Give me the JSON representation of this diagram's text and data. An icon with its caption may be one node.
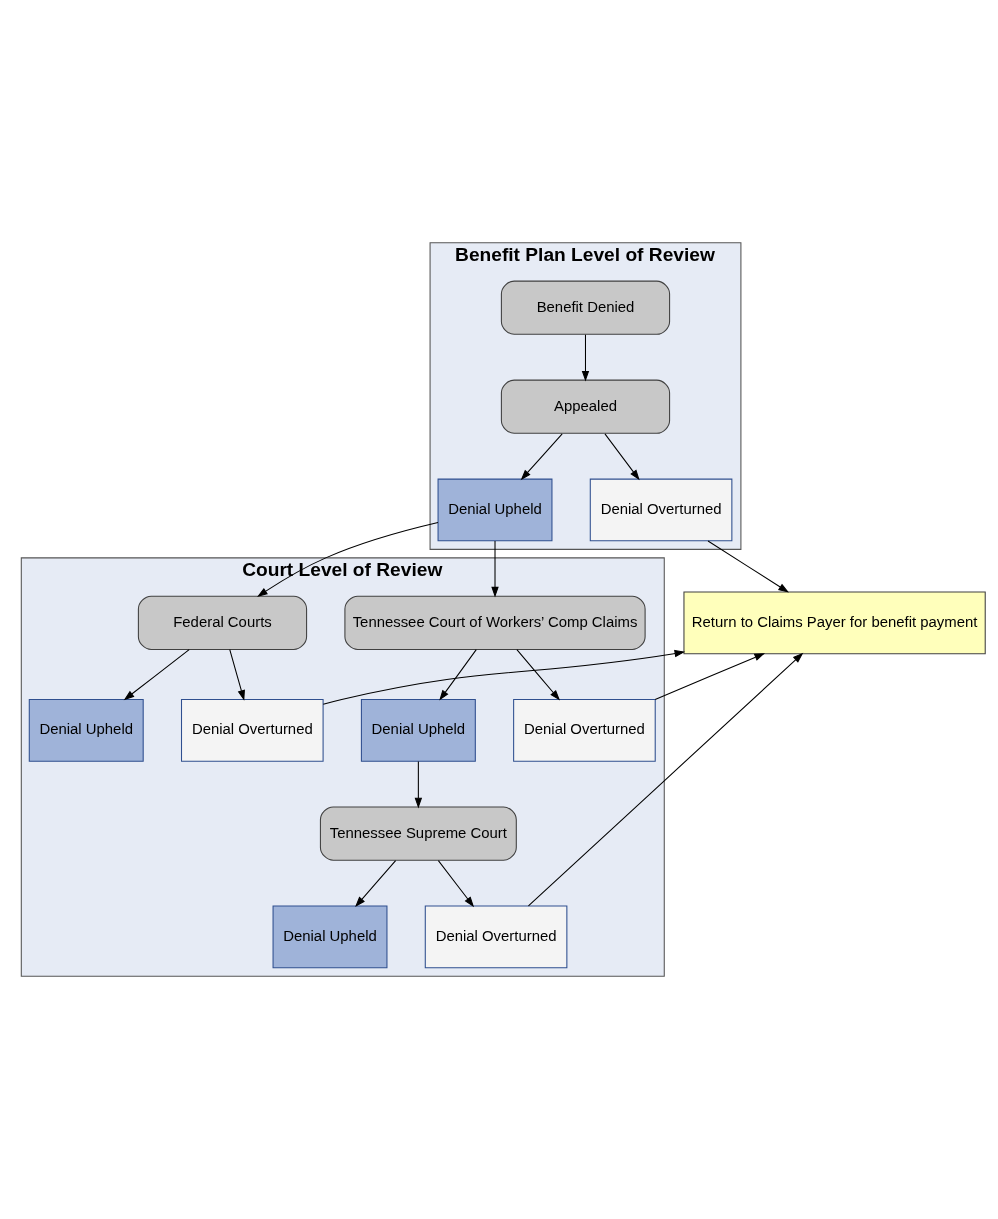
{
  "diagram": {
    "nodes": [
      {
        "text": [
          "Benefit Plan Level of Review"
        ]
      },
      {
        "text": [
          "Benefit Denied"
        ],
        "in": 0
      },
      {
        "text": [
          "Appealed"
        ],
        "in": 0
      },
      {
        "text": [
          "Denial Upheld"
        ],
        "in": 0
      },
      {
        "text": [
          "Denial Overturned"
        ],
        "in": 0
      },
      {
        "text": [
          "Return to Claims Payer for benefit payment"
        ]
      },
      {
        "text": [
          "Court Level of Review"
        ]
      },
      {
        "text": [
          "Tennessee Court of Workers’ Comp Claims"
        ],
        "in": 6
      },
      {
        "text": [
          "Federal Courts"
        ],
        "in": 6
      },
      {
        "text": [
          "Denial Upheld"
        ],
        "in": 6
      },
      {
        "text": [
          "Denial Overturned"
        ],
        "in": 6
      },
      {
        "text": [
          "Denial Upheld"
        ],
        "in": 6
      },
      {
        "text": [
          "Denial Overturned"
        ],
        "in": 6
      },
      {
        "text": [
          "Tennessee Supreme Court"
        ],
        "in": 6
      },
      {
        "text": [
          "Denial Upheld"
        ],
        "in": 6
      },
      {
        "text": [
          "Denial Overturned"
        ],
        "in": 6
      }
    ],
    "edges": [
      {
        "from": 1,
        "to": 2,
        "arrow": "to"
      },
      {
        "from": 2,
        "to": 3,
        "arrow": "to"
      },
      {
        "from": 2,
        "to": 4,
        "arrow": "to"
      },
      {
        "from": 4,
        "to": 5,
        "arrow": "to"
      },
      {
        "from": 3,
        "to": 7,
        "arrow": "to"
      },
      {
        "from": 3,
        "to": 8,
        "arrow": "to"
      },
      {
        "from": 7,
        "to": 9,
        "arrow": "to"
      },
      {
        "from": 7,
        "to": 10,
        "arrow": "to"
      },
      {
        "from": 8,
        "to": 11,
        "arrow": "to"
      },
      {
        "from": 8,
        "to": 12,
        "arrow": "to"
      },
      {
        "from": 9,
        "to": 13,
        "arrow": "to"
      },
      {
        "from": 13,
        "to": 14,
        "arrow": "to"
      },
      {
        "from": 13,
        "to": 15,
        "arrow": "to"
      },
      {
        "from": 12,
        "to": 5,
        "arrow": "to"
      },
      {
        "from": 10,
        "to": 5,
        "arrow": "to"
      },
      {
        "from": 15,
        "to": 5,
        "arrow": "to"
      }
    ]
  }
}
